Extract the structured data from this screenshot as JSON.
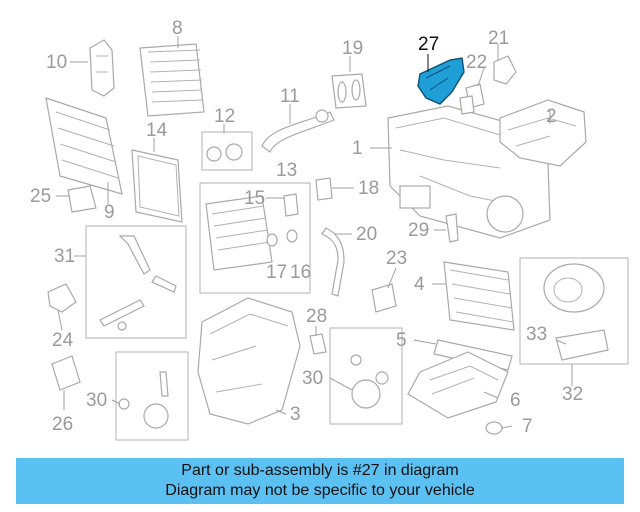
{
  "diagram": {
    "highlight_color": "#1e9fd6",
    "banner_color": "#5bc0f2",
    "callouts": [
      "1",
      "2",
      "3",
      "4",
      "5",
      "6",
      "7",
      "8",
      "9",
      "10",
      "11",
      "12",
      "13",
      "14",
      "15",
      "16",
      "17",
      "18",
      "19",
      "20",
      "21",
      "22",
      "23",
      "24",
      "25",
      "26",
      "27",
      "28",
      "29",
      "30",
      "30",
      "31",
      "32",
      "33"
    ],
    "highlighted_part": "27"
  },
  "banner": {
    "line1": "Part or sub-assembly is #27 in diagram",
    "line2": "Diagram may not be specific to your vehicle"
  }
}
